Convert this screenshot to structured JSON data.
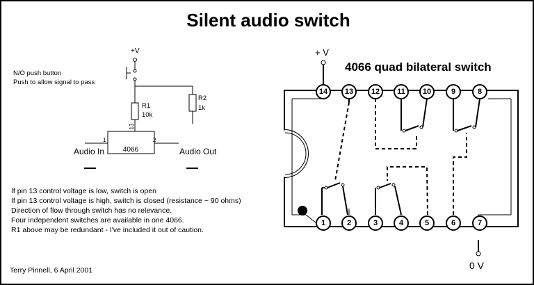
{
  "title": "Silent audio switch",
  "circuit": {
    "vplus": "+V",
    "button_label": "N/O push button",
    "button_note": "Push to allow signal  to pass",
    "r1_label": "R1",
    "r1_value": "10k",
    "r2_label": "R2",
    "r2_value": "1k",
    "pin13": "13",
    "pin1": "1",
    "pin2": "2",
    "ic_label": "4066",
    "audio_in": "Audio In",
    "audio_out": "Audio Out"
  },
  "notes": [
    "If pin 13 control voltage is low, switch is open",
    "If pin 13 control voltage is high, switch is closed (resistance ~ 90 ohms)",
    "Direction of flow through switch has no relevance.",
    "Four independent switches are available in one 4066.",
    "R1 above may be redundant - I've included it out of caution."
  ],
  "credit": "Terry Pinnell, 6 April 2001",
  "chip": {
    "title": "4066 quad bilateral switch",
    "vplus": "+ V",
    "ground": "0 V",
    "top_pins": [
      "14",
      "13",
      "12",
      "11",
      "10",
      "9",
      "8"
    ],
    "bottom_pins": [
      "1",
      "2",
      "3",
      "4",
      "5",
      "6",
      "7"
    ]
  }
}
